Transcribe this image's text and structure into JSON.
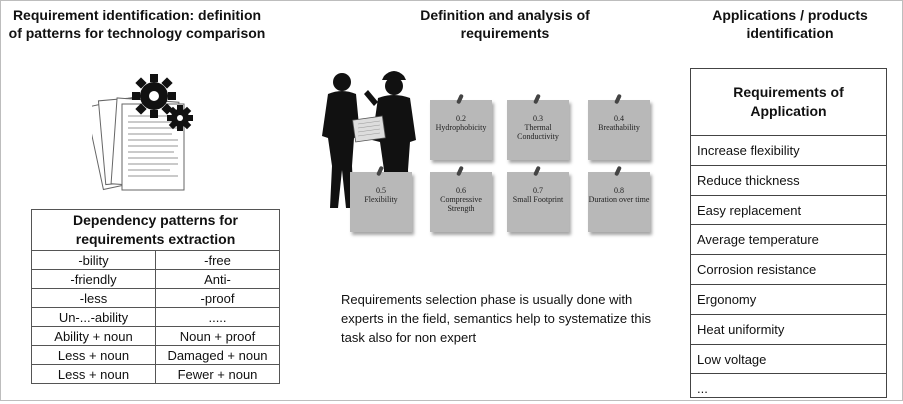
{
  "left": {
    "title": "Requirement identification: definition of patterns for technology comparison",
    "table_header": "Dependency patterns for requirements extraction",
    "rows": [
      [
        "-bility",
        "-free"
      ],
      [
        "-friendly",
        "Anti-"
      ],
      [
        "-less",
        "-proof"
      ],
      [
        "Un-...-ability",
        "....."
      ],
      [
        "Ability + noun",
        "Noun + proof"
      ],
      [
        "Less + noun",
        "Damaged + noun"
      ],
      [
        "Less + noun",
        "Fewer + noun"
      ]
    ]
  },
  "middle": {
    "title": "Definition and analysis of requirements",
    "notes": [
      {
        "num": "0.2",
        "label": "Hydrophobicity"
      },
      {
        "num": "0.3",
        "label": "Thermal Conductivity"
      },
      {
        "num": "0.4",
        "label": "Breathability"
      },
      {
        "num": "0.5",
        "label": "Flexibility"
      },
      {
        "num": "0.6",
        "label": "Compressive Strength"
      },
      {
        "num": "0.7",
        "label": "Small Footprint"
      },
      {
        "num": "0.8",
        "label": "Duration over time"
      }
    ],
    "description": "Requirements selection phase is usually done with experts in the field, semantics help to systematize this task also for non expert"
  },
  "right": {
    "title": "Applications / products identification",
    "table_header": "Requirements of Application",
    "items": [
      "Increase flexibility",
      "Reduce thickness",
      "Easy replacement",
      "Average temperature",
      "Corrosion resistance",
      "Ergonomy",
      "Heat uniformity",
      "Low voltage",
      "..."
    ]
  }
}
